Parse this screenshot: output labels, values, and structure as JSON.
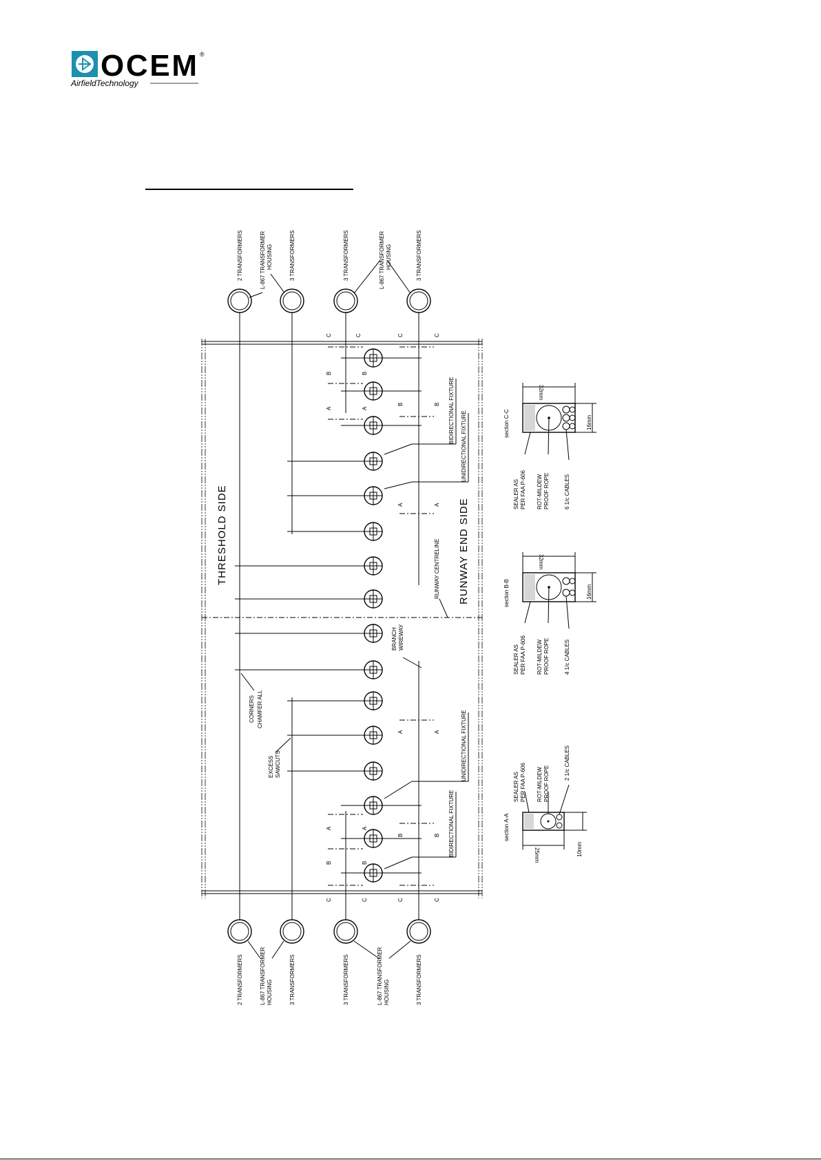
{
  "logo": {
    "brand": "OCEM",
    "tagline": "AirfieldTechnology",
    "reg_mark": "®",
    "colors": {
      "mark_bg": "#1d8fb0",
      "text": "#000000"
    }
  },
  "drawing": {
    "side_labels": {
      "threshold": "THRESHOLD SIDE",
      "runway_end": "RUNWAY END SIDE"
    },
    "centreline_label": "RUNWAY CENTRELINE",
    "top_transformers": [
      "2 TRANSFORMERS",
      "3 TRANSFORMERS",
      "3 TRANSFORMERS",
      "3 TRANSFORMERS"
    ],
    "bottom_transformers": [
      "2 TRANSFORMERS",
      "3 TRANSFORMERS",
      "3 TRANSFORMERS",
      "3 TRANSFORMERS"
    ],
    "housing_label": "L-867 TRANSFORMER HOUSING",
    "housing_line1": "L-867 TRANSFORMER",
    "housing_line2": "HOUSING",
    "fixture_labels": {
      "bidirectional": "BIDIRECTIONAL FIXTURE",
      "unidirectional": "UNIDIRECTIONAL FIXTURE"
    },
    "branch_label_1": "BRANCH",
    "branch_label_2": "WIREWAY",
    "corners_label_1": "CORNERS",
    "corners_label_2": "CHAMFER ALL",
    "excess_label_1": "EXCESS",
    "excess_label_2": "SAWCUTS",
    "section_markers": [
      "A",
      "B",
      "C"
    ]
  },
  "sections": [
    {
      "title": "section C-C",
      "width_dim": "32mm",
      "height_dim": "16mm",
      "sealer_1": "SEALER AS",
      "sealer_2": "PER FAA P-606",
      "rope_1": "ROT-MILDEW",
      "rope_2": "PROOF ROPE",
      "cables": "6 1/c CABLES"
    },
    {
      "title": "section B-B",
      "width_dim": "32mm",
      "height_dim": "16mm",
      "sealer_1": "SEALER AS",
      "sealer_2": "PER FAA P-606",
      "rope_1": "ROT-MILDEW",
      "rope_2": "PROOF ROPE",
      "cables": "4 1/c CABLES"
    },
    {
      "title": "section A-A",
      "width_dim": "25mm",
      "height_dim": "10mm",
      "sealer_1": "SEALER AS",
      "sealer_2": "PER FAA P-606",
      "rope_1": "ROT-MILDEW",
      "rope_2": "PROOF ROPE",
      "cables": "2 1/c CABLES"
    }
  ]
}
